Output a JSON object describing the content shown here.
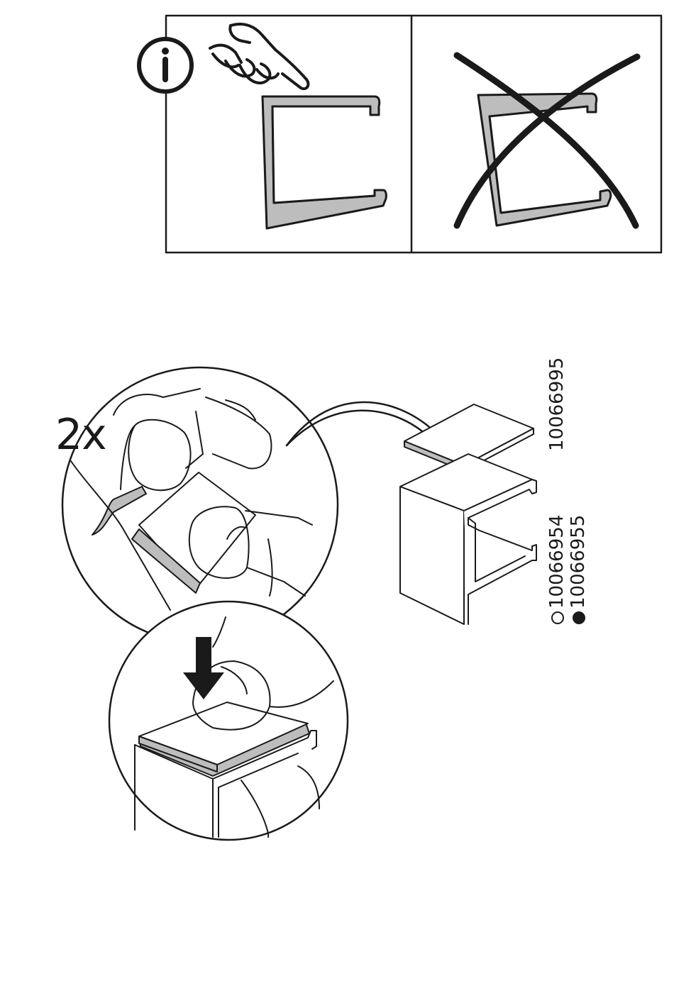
{
  "step": {
    "count_label": "2x"
  },
  "parts": {
    "pad_code": "10066995",
    "bracket_white_code": "10066954",
    "bracket_black_code": "10066955"
  },
  "icons": {
    "info": "info-icon",
    "hand": "pointing-hand-icon",
    "wrong": "cross-out-icon",
    "arrow": "down-arrow-icon"
  },
  "colors": {
    "line": "#1a1a1a",
    "fill_gray": "#bdbdbd"
  }
}
